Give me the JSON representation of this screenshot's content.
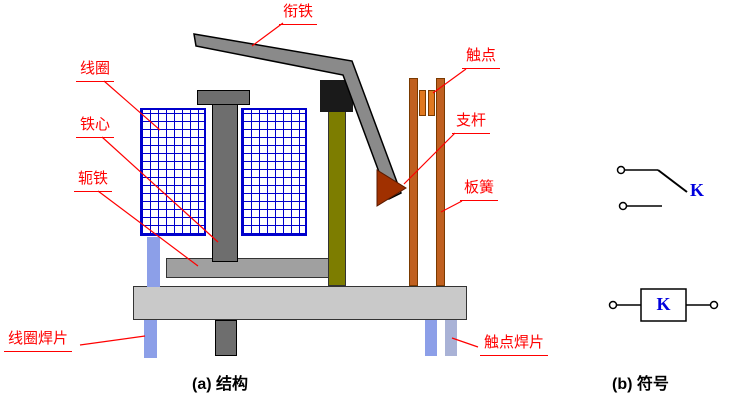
{
  "labels": {
    "armature": "衔铁",
    "coil": "线圈",
    "core": "铁心",
    "yoke": "轭铁",
    "contact": "触点",
    "support_rod": "支杆",
    "leaf_spring": "板簧",
    "coil_solder_tab": "线圈焊片",
    "contact_solder_tab": "触点焊片"
  },
  "captions": {
    "a": "(a) 结构",
    "b": "(b) 符号"
  },
  "symbols": {
    "contact_k": "K",
    "coil_k": "K"
  },
  "colors": {
    "label_red": "#ff0000",
    "grid_blue": "#0000cc",
    "k_blue": "#0000dd",
    "base_gray": "#c9c9c9",
    "core_gray": "#6e6e6e",
    "yoke_gray": "#a0a0a0",
    "armature_gray": "#8a8a8a",
    "olive_bar": "#7d7d00",
    "rod_orange": "#c06020",
    "contact_orange": "#e07820",
    "tab_blue": "#8c9fe8",
    "triangle_maroon": "#a03000",
    "black_block": "#1a1a1a"
  }
}
